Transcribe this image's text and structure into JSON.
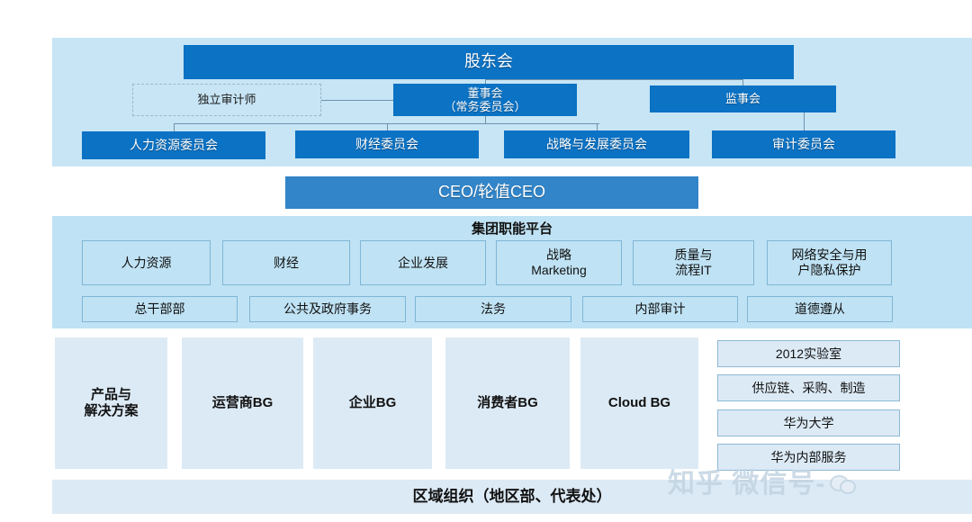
{
  "governance": {
    "shareholders_meeting": "股东会",
    "board_of_directors": "董事会\n（常务委员会）",
    "board_of_directors_line1": "董事会",
    "board_of_directors_line2": "（常务委员会）",
    "supervisory_board": "监事会",
    "independent_auditor": "独立审计师",
    "committees": [
      {
        "label": "人力资源委员会"
      },
      {
        "label": "财经委员会"
      },
      {
        "label": "战略与发展委员会"
      },
      {
        "label": "审计委员会"
      }
    ]
  },
  "ceo": {
    "label": "CEO/轮值CEO"
  },
  "function_platform": {
    "title": "集团职能平台",
    "row1": [
      {
        "label": "人力资源"
      },
      {
        "label": "财经"
      },
      {
        "label": "企业发展"
      },
      {
        "label": "战略\nMarketing",
        "line1": "战略",
        "line2": "Marketing"
      },
      {
        "label": "质量与\n流程IT",
        "line1": "质量与",
        "line2": "流程IT"
      },
      {
        "label": "网络安全与用\n户隐私保护",
        "line1": "网络安全与用",
        "line2": "户隐私保护"
      }
    ],
    "row2": [
      {
        "label": "总干部部"
      },
      {
        "label": "公共及政府事务"
      },
      {
        "label": "法务"
      },
      {
        "label": "内部审计"
      },
      {
        "label": "道德遵从"
      }
    ]
  },
  "business_groups": [
    {
      "label": "产品与\n解决方案",
      "line1": "产品与",
      "line2": "解决方案"
    },
    {
      "label": "运营商BG",
      "line1": "运营商BG",
      "line2": ""
    },
    {
      "label": "企业BG",
      "line1": "企业BG",
      "line2": ""
    },
    {
      "label": "消费者BG",
      "line1": "消费者BG",
      "line2": ""
    },
    {
      "label": "Cloud BG",
      "line1": "Cloud BG",
      "line2": ""
    }
  ],
  "support_units": [
    {
      "label": "2012实验室"
    },
    {
      "label": "供应链、采购、制造"
    },
    {
      "label": "华为大学"
    },
    {
      "label": "华为内部服务"
    }
  ],
  "regional": {
    "label": "区域组织（地区部、代表处）"
  },
  "watermark": {
    "text": "知乎  微信号-"
  },
  "colors": {
    "deep_blue": "#0b72c4",
    "ceo_blue": "#3285c8",
    "panel_blue": "#c7e5f5",
    "func_panel_blue": "#bfe2f4",
    "bg_box_blue": "#dceaf5",
    "box_border": "#7fb6d6",
    "connector": "#6f93ab"
  }
}
